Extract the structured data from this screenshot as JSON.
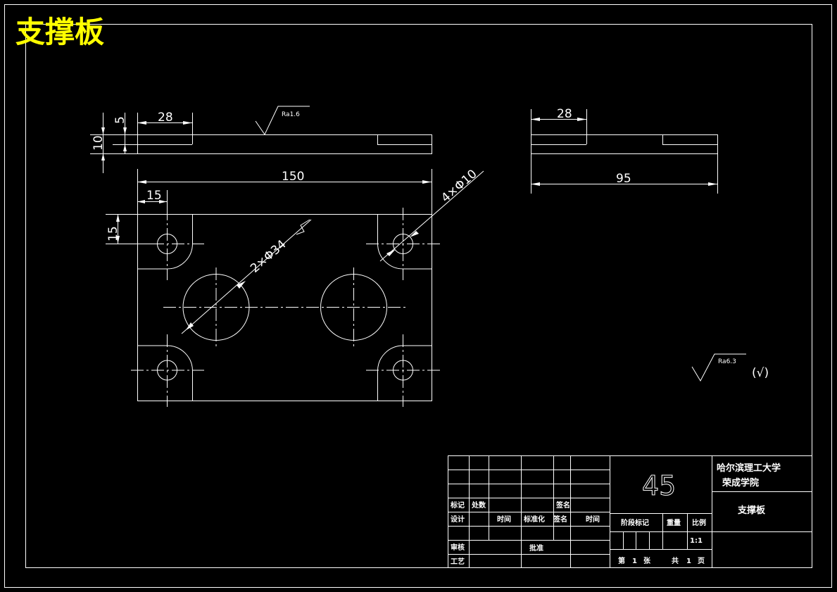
{
  "drawing_title": "支撑板",
  "material": "45",
  "roughness": {
    "top_symbol": "Ra1.6",
    "general": "Ra6.3",
    "general_suffix": "(√)"
  },
  "dimensions": {
    "side_view_slot_width": "28",
    "side_view_slot_depth": "5",
    "side_view_thickness": "10",
    "overall_length": "150",
    "hole_offset_x": "15",
    "hole_offset_y": "15",
    "large_holes": "2×Φ34",
    "small_holes": "4×Φ10",
    "right_view_slot_width": "28",
    "right_view_width": "95"
  },
  "title_block": {
    "school_line1": "哈尔滨理工大学",
    "school_line2": "荣成学院",
    "part_name": "支撑板",
    "labels": {
      "mark": "标记",
      "count": "处数",
      "signature": "签名",
      "design": "设计",
      "time": "时间",
      "standardize": "标准化",
      "signature2": "签名",
      "time2": "时间",
      "stage_mark": "阶段标记",
      "weight": "重量",
      "scale": "比例",
      "review": "审核",
      "approve": "批准",
      "process": "工艺"
    },
    "scale_value": "1:1",
    "sheet_prefix": "第",
    "sheet_number": "1",
    "sheet_unit": "张",
    "total_prefix": "共",
    "total_number": "1",
    "total_unit": "页"
  }
}
